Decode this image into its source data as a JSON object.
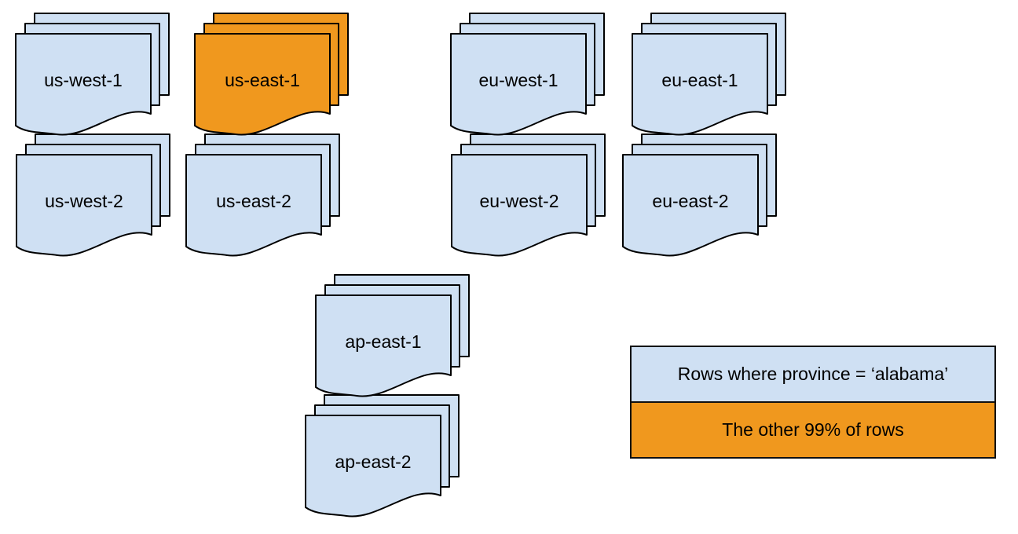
{
  "diagram": {
    "description": "Document stacks per cloud region; one region highlighted",
    "stacks": [
      {
        "label": "us-west-1",
        "highlighted": false
      },
      {
        "label": "us-east-1",
        "highlighted": true
      },
      {
        "label": "eu-west-1",
        "highlighted": false
      },
      {
        "label": "eu-east-1",
        "highlighted": false
      },
      {
        "label": "us-west-2",
        "highlighted": false
      },
      {
        "label": "us-east-2",
        "highlighted": false
      },
      {
        "label": "eu-west-2",
        "highlighted": false
      },
      {
        "label": "eu-east-2",
        "highlighted": false
      },
      {
        "label": "ap-east-1",
        "highlighted": false
      },
      {
        "label": "ap-east-2",
        "highlighted": false
      }
    ],
    "legend": {
      "items": [
        {
          "label": "Rows where province = ‘alabama’",
          "color": "#cfe0f3"
        },
        {
          "label": "The other 99% of rows",
          "color": "#f0981e"
        }
      ]
    },
    "colors": {
      "region_default": "#cfe0f3",
      "region_highlight": "#f0981e",
      "outline": "#000000",
      "background": "#ffffff"
    }
  }
}
